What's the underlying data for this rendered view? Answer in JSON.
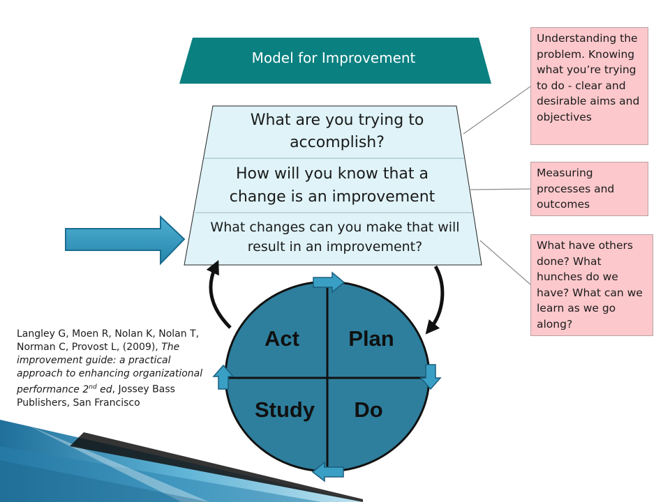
{
  "banner": {
    "title": "Model for Improvement"
  },
  "questions": [
    {
      "text": "What are you trying to accomplish?"
    },
    {
      "text": "How will you know that a change is an improvement"
    },
    {
      "text": "What changes can you make that will result in an improvement?"
    }
  ],
  "notes": [
    {
      "text": "Understanding the problem. Knowing what you’re trying to do - clear and desirable aims and objectives"
    },
    {
      "text": "Measuring processes and outcomes"
    },
    {
      "text": "What have others done? What hunches do we have? What can we learn as we go along?"
    }
  ],
  "cycle": {
    "act": "Act",
    "plan": "Plan",
    "study": "Study",
    "do": "Do"
  },
  "citation": {
    "authors": "Langley G, Moen R, Nolan K, Nolan T, Norman C, Provost L, (2009), ",
    "title_main": "The improvement guide: a practical approach to  enhancing organizational performance 2",
    "title_sup": "nd",
    "title_end": " ed",
    "publisher": ", Jossey Bass Publishers, San Francisco"
  },
  "colors": {
    "teal": "#0a8080",
    "light_blue": "#dff3f8",
    "circle": "#2e7f9d",
    "note_pink": "#fcc8cc",
    "arrow_blue": "#2f9bbf"
  }
}
